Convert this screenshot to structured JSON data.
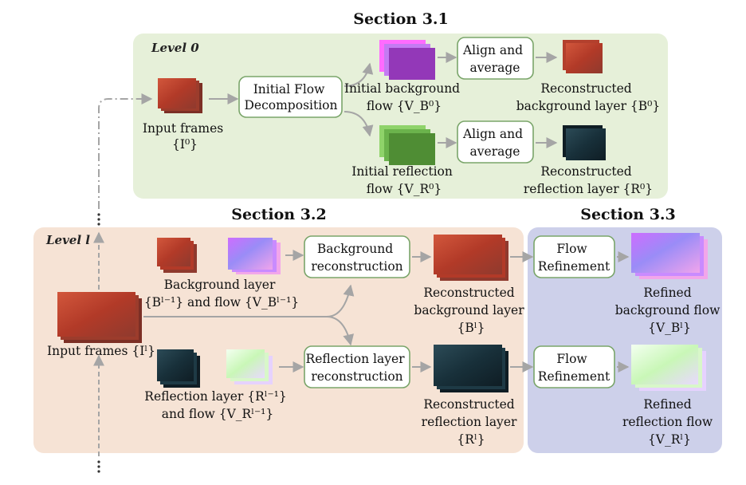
{
  "headings": {
    "section1": "Section 3.1",
    "section2": "Section 3.2",
    "section3": "Section 3.3"
  },
  "level0": {
    "title": "Level 0",
    "input_label": [
      "Input frames",
      "{I⁰}"
    ],
    "decomp_box": [
      "Initial Flow",
      "Decomposition"
    ],
    "bg_flow_label": [
      "Initial background",
      "flow {V_B⁰}"
    ],
    "refl_flow_label": [
      "Initial reflection",
      "flow {V_R⁰}"
    ],
    "align_box": [
      "Align and",
      "average"
    ],
    "recon_bg_label": [
      "Reconstructed",
      "background layer {B⁰}"
    ],
    "recon_refl_label": [
      "Reconstructed",
      "reflection layer {R⁰}"
    ]
  },
  "levell": {
    "title": "Level l",
    "input_label": "Input frames {Iˡ}",
    "bg_layer_label": [
      "Background layer",
      "{Bˡ⁻¹} and flow {V_Bˡ⁻¹}"
    ],
    "refl_layer_label": [
      "Reflection layer {Rˡ⁻¹}",
      "and flow {V_Rˡ⁻¹}"
    ],
    "bg_recon_box": [
      "Background",
      "reconstruction"
    ],
    "refl_recon_box": [
      "Reflection layer",
      "reconstruction"
    ],
    "recon_bg_label": [
      "Reconstructed",
      "background layer",
      "{Bˡ}"
    ],
    "recon_refl_label": [
      "Reconstructed",
      "reflection layer",
      "{Rˡ}"
    ]
  },
  "refine": {
    "box": [
      "Flow",
      "Refinement"
    ],
    "bg_label": [
      "Refined",
      "background flow",
      "{V_Bˡ}"
    ],
    "refl_label": [
      "Refined",
      "reflection flow",
      "{V_Rˡ}"
    ]
  },
  "colors": {
    "level0_panel": "#e6f0d9",
    "levell_panel": "#f6e3d5",
    "refine_panel": "#cdd0ea",
    "box_border": "#7aa56a",
    "arrow": "#a5a5a5",
    "photo_red": "#c0452f",
    "photo_dark": "#1e3a45",
    "bg_flow": "#9c3cc8",
    "refl_flow": "#4f8d34",
    "flow_map_bg": "#a77be8",
    "flow_map_refl": "#d6f7c6"
  },
  "icons": [
    "photo-stack-icon",
    "flow-map-icon",
    "ellipsis-dots-icon"
  ]
}
